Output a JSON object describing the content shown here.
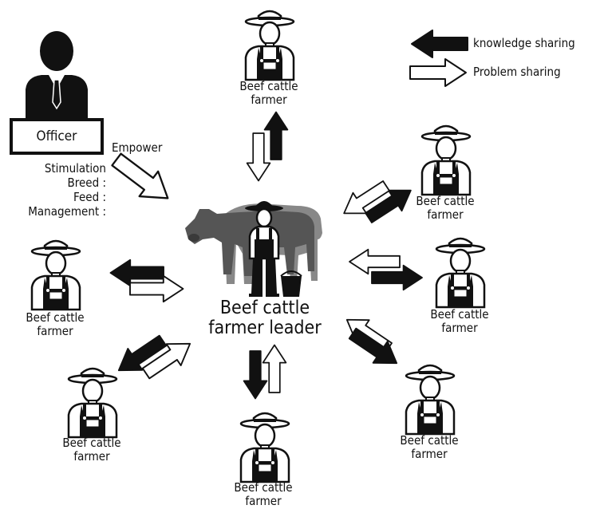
{
  "legend": {
    "knowledge_label": "knowledge sharing",
    "problem_label": "Problem sharing"
  },
  "officer": {
    "label": "Officer",
    "empower": "Empower",
    "items": [
      "Stimulation",
      "Breed :",
      "Feed :",
      "Management :"
    ]
  },
  "leader": {
    "line1": "Beef cattle",
    "line2": "farmer leader"
  },
  "farmer": {
    "line1": "Beef cattle",
    "line2": "farmer"
  },
  "colors": {
    "ink": "#111111",
    "cow_dark": "#3a3a3a",
    "cow_mid": "#555555",
    "cow_light": "#777777"
  }
}
